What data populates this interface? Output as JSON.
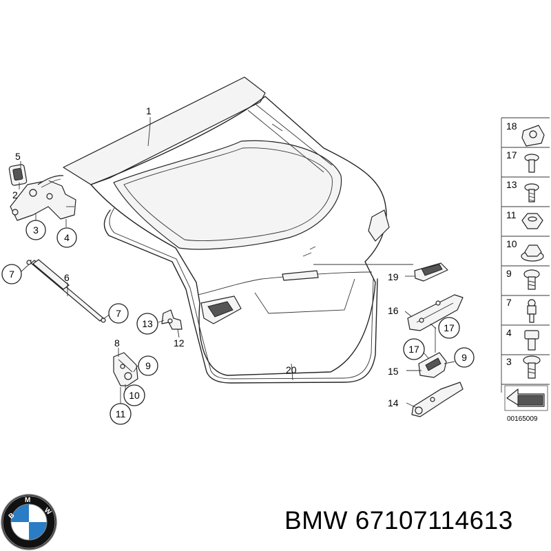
{
  "diagram": {
    "callouts": {
      "c1": "1",
      "c5": "5",
      "c2": "2",
      "c3": "3",
      "c4": "4",
      "c7a": "7",
      "c6": "6",
      "c7b": "7",
      "c13": "13",
      "c12": "12",
      "c8": "8",
      "c9a": "9",
      "c10": "10",
      "c11": "11",
      "c20": "20",
      "c19": "19",
      "c16": "16",
      "c17a": "17",
      "c17b": "17",
      "c9b": "9",
      "c15": "15",
      "c14": "14"
    },
    "side_panel": [
      "18",
      "17",
      "13",
      "11",
      "10",
      "9",
      "7",
      "4",
      "3"
    ],
    "drawing_number": "00165009"
  },
  "logo": {
    "brand_letters": "BMW",
    "colors": {
      "blue": "#2a7dc4",
      "black": "#111111",
      "white": "#ffffff"
    }
  },
  "caption": {
    "brand": "BMW",
    "part_number": "67107114613"
  }
}
